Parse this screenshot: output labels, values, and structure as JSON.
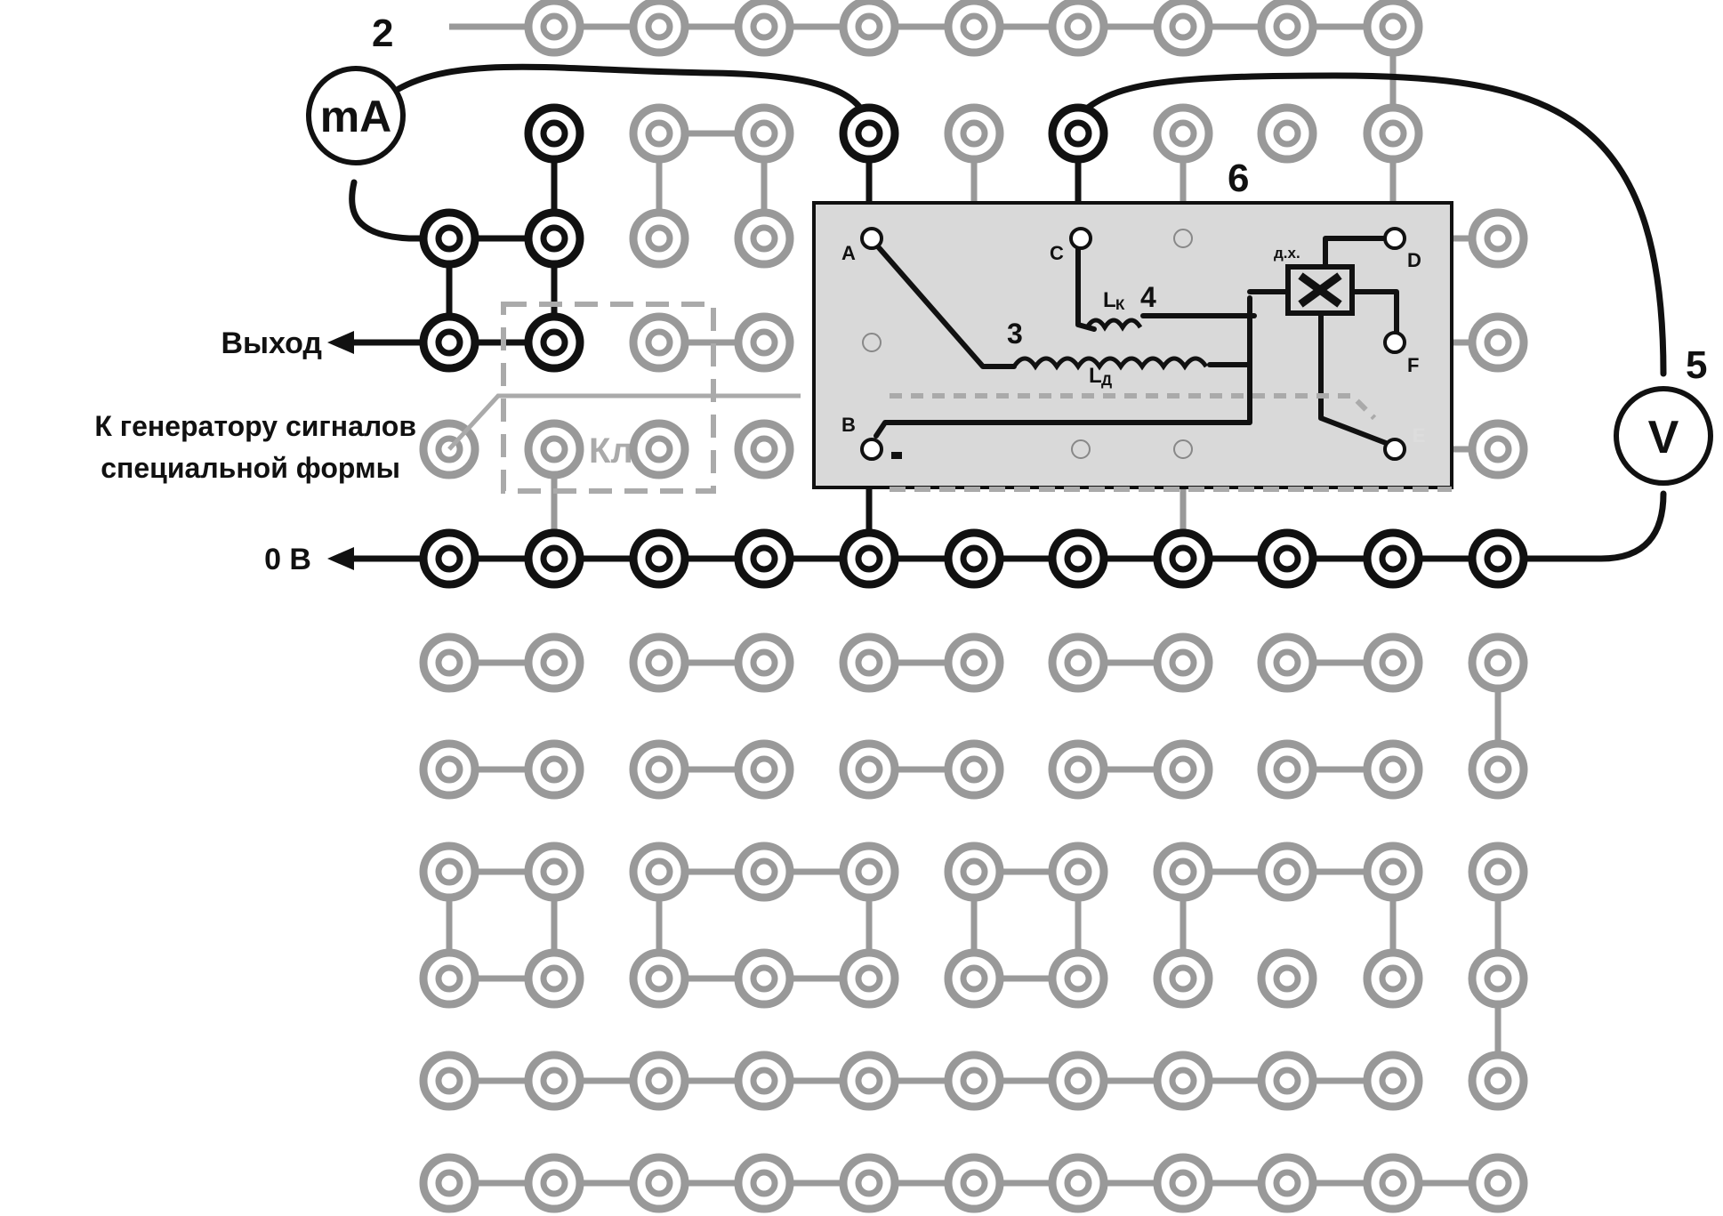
{
  "labels": {
    "ammeter": "mA",
    "voltmeter": "V",
    "num_ammeter": "2",
    "num_voltmeter": "5",
    "num_module": "6",
    "num_coil_d": "3",
    "num_coil_k": "4",
    "output": "Выход",
    "generator_line1": "К генератору сигналов",
    "generator_line2": "специальной формы",
    "zero_volt": "0 В",
    "key": "Ключ",
    "pin_a": "A",
    "pin_b": "B",
    "pin_c": "C",
    "pin_d": "D",
    "pin_e": "E",
    "pin_f": "F",
    "coil_k_main": "L",
    "coil_k_sub": "К",
    "coil_d_main": "L",
    "coil_d_sub": "Д",
    "hall_sensor": "д.х."
  },
  "colors": {
    "active": "#111111",
    "inactive": "#999999",
    "module_fill": "#d9d9d9"
  }
}
